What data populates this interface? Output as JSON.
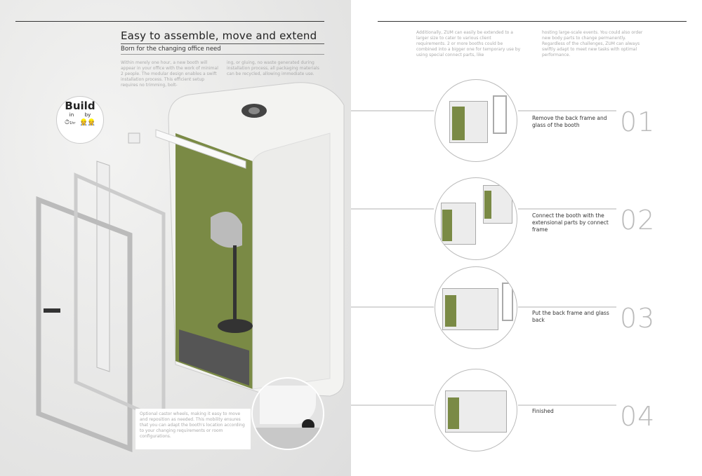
{
  "left_page": {
    "title": "Easy to assemble, move and extend",
    "subtitle": "Born for the changing office need",
    "body_col1": "Within merely one hour, a new booth will appear in your office with the work of minimal 2 people. The modular design enables a swift installation process. This efficient setup requires no trimming, bolt-",
    "body_col2": "ing, or gluing, no waste generated during installation process, all packaging materials can be recycled, allowing immediate use.",
    "badge": {
      "title": "Build",
      "in": "in",
      "by": "by",
      "time": "1hr"
    },
    "castor_text": "Optional castor wheels, making it easy to move and reposition as needed. This mobility ensures that you can adapt the booth's location according to your changing requirements or room configurations."
  },
  "right_page": {
    "body_col1": "Additionally, ZUM can easily be extended to a larger size to cater to various client requirements. 2 or more booths could be combined into a bigger one for temporary use by using special connect parts, like",
    "body_col2": "hosting large-scale events. You could also order new body parts to change permanently. Regardless of the challenges, ZUM can always swiftly adapt to meet new tasks with optimal performance.",
    "steps": [
      {
        "number": "01",
        "label": "Remove the back frame and glass of the booth"
      },
      {
        "number": "02",
        "label": "Connect the booth with the extensional parts by connect frame"
      },
      {
        "number": "03",
        "label": "Put the back frame and glass back"
      },
      {
        "number": "04",
        "label": "Finished"
      }
    ]
  },
  "colors": {
    "felt_green": "#7a8a45",
    "booth_white": "#f2f2f0",
    "frame_gray": "#b5b5b5"
  }
}
